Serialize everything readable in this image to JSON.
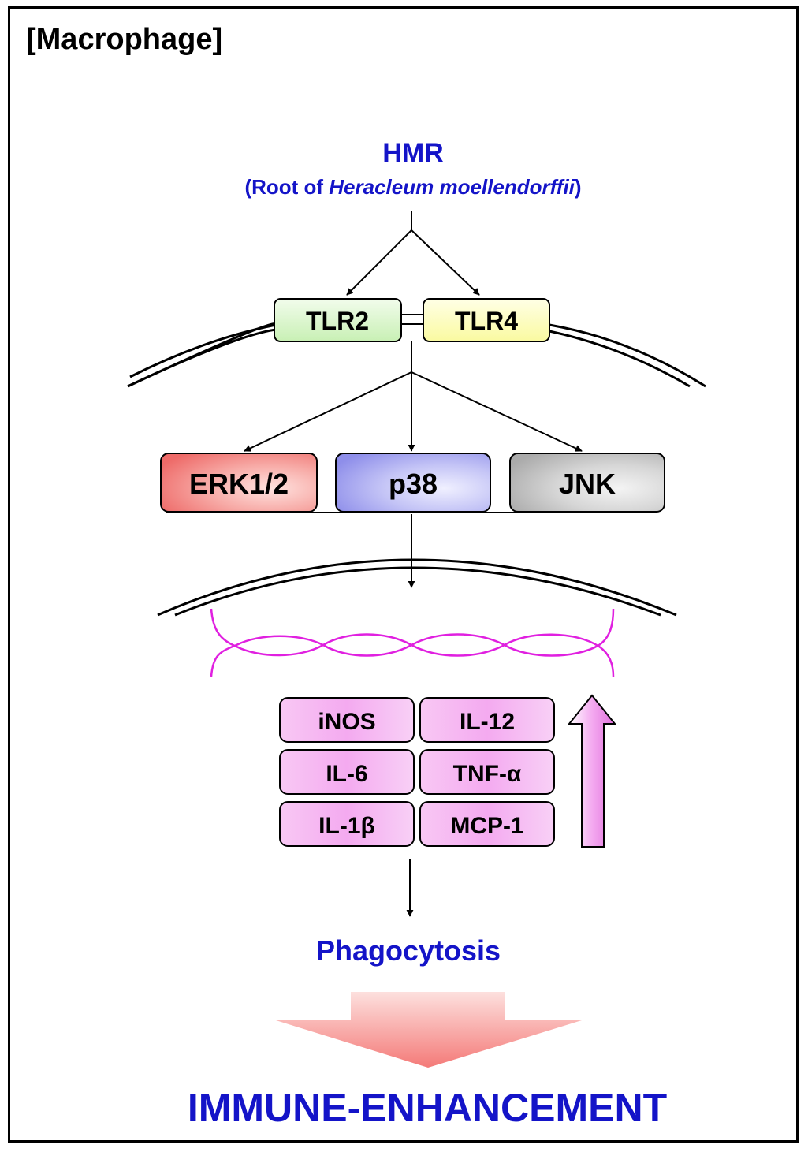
{
  "panel_label": "[Macrophage]",
  "stimulus": {
    "name": "HMR",
    "source_prefix": "(Root of ",
    "source_species": "Heracleum moellendorffii",
    "source_suffix": ")"
  },
  "receptors": [
    "TLR2",
    "TLR4"
  ],
  "kinases": [
    "ERK1/2",
    "p38",
    "JNK"
  ],
  "cytokines": [
    [
      "iNOS",
      "IL-12"
    ],
    [
      "IL-6",
      "TNF-α"
    ],
    [
      "IL-1β",
      "MCP-1"
    ]
  ],
  "outcome": "Phagocytosis",
  "conclusion": "IMMUNE-ENHANCEMENT",
  "colors": {
    "text_blue": "#1414c8",
    "tlr2_fill": "#c8f0b4",
    "tlr4_fill": "#fafaa0",
    "erk_fill": "#f27c78",
    "p38_fill": "#9f9ff0",
    "jnk_fill": "#bdbdbd",
    "cytokine_fill": "#f2a2ee",
    "dna_strand": "#e020e0",
    "big_arrow": "#f47a78"
  }
}
